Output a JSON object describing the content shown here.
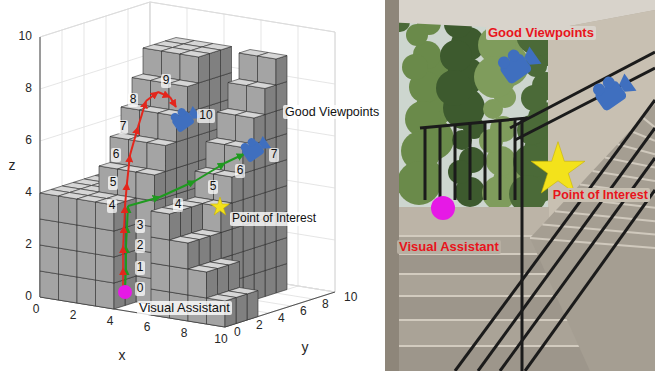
{
  "diagram": {
    "labels": [
      "10",
      "8",
      "6",
      "4",
      "2",
      "0",
      "z",
      "0",
      "2",
      "4",
      "6",
      "8",
      "10",
      "x",
      "0",
      "2",
      "4",
      "6",
      "8",
      "10",
      "y",
      "0",
      "1",
      "2",
      "3",
      "4",
      "5",
      "6",
      "7",
      "4",
      "5",
      "6",
      "7",
      "8",
      "9",
      "10",
      "Good Viewpoints",
      "Point of Interest",
      "Visual Assistant",
      "Good Viewpoints",
      "Visual Assistant",
      "Point of Interest"
    ]
  }
}
